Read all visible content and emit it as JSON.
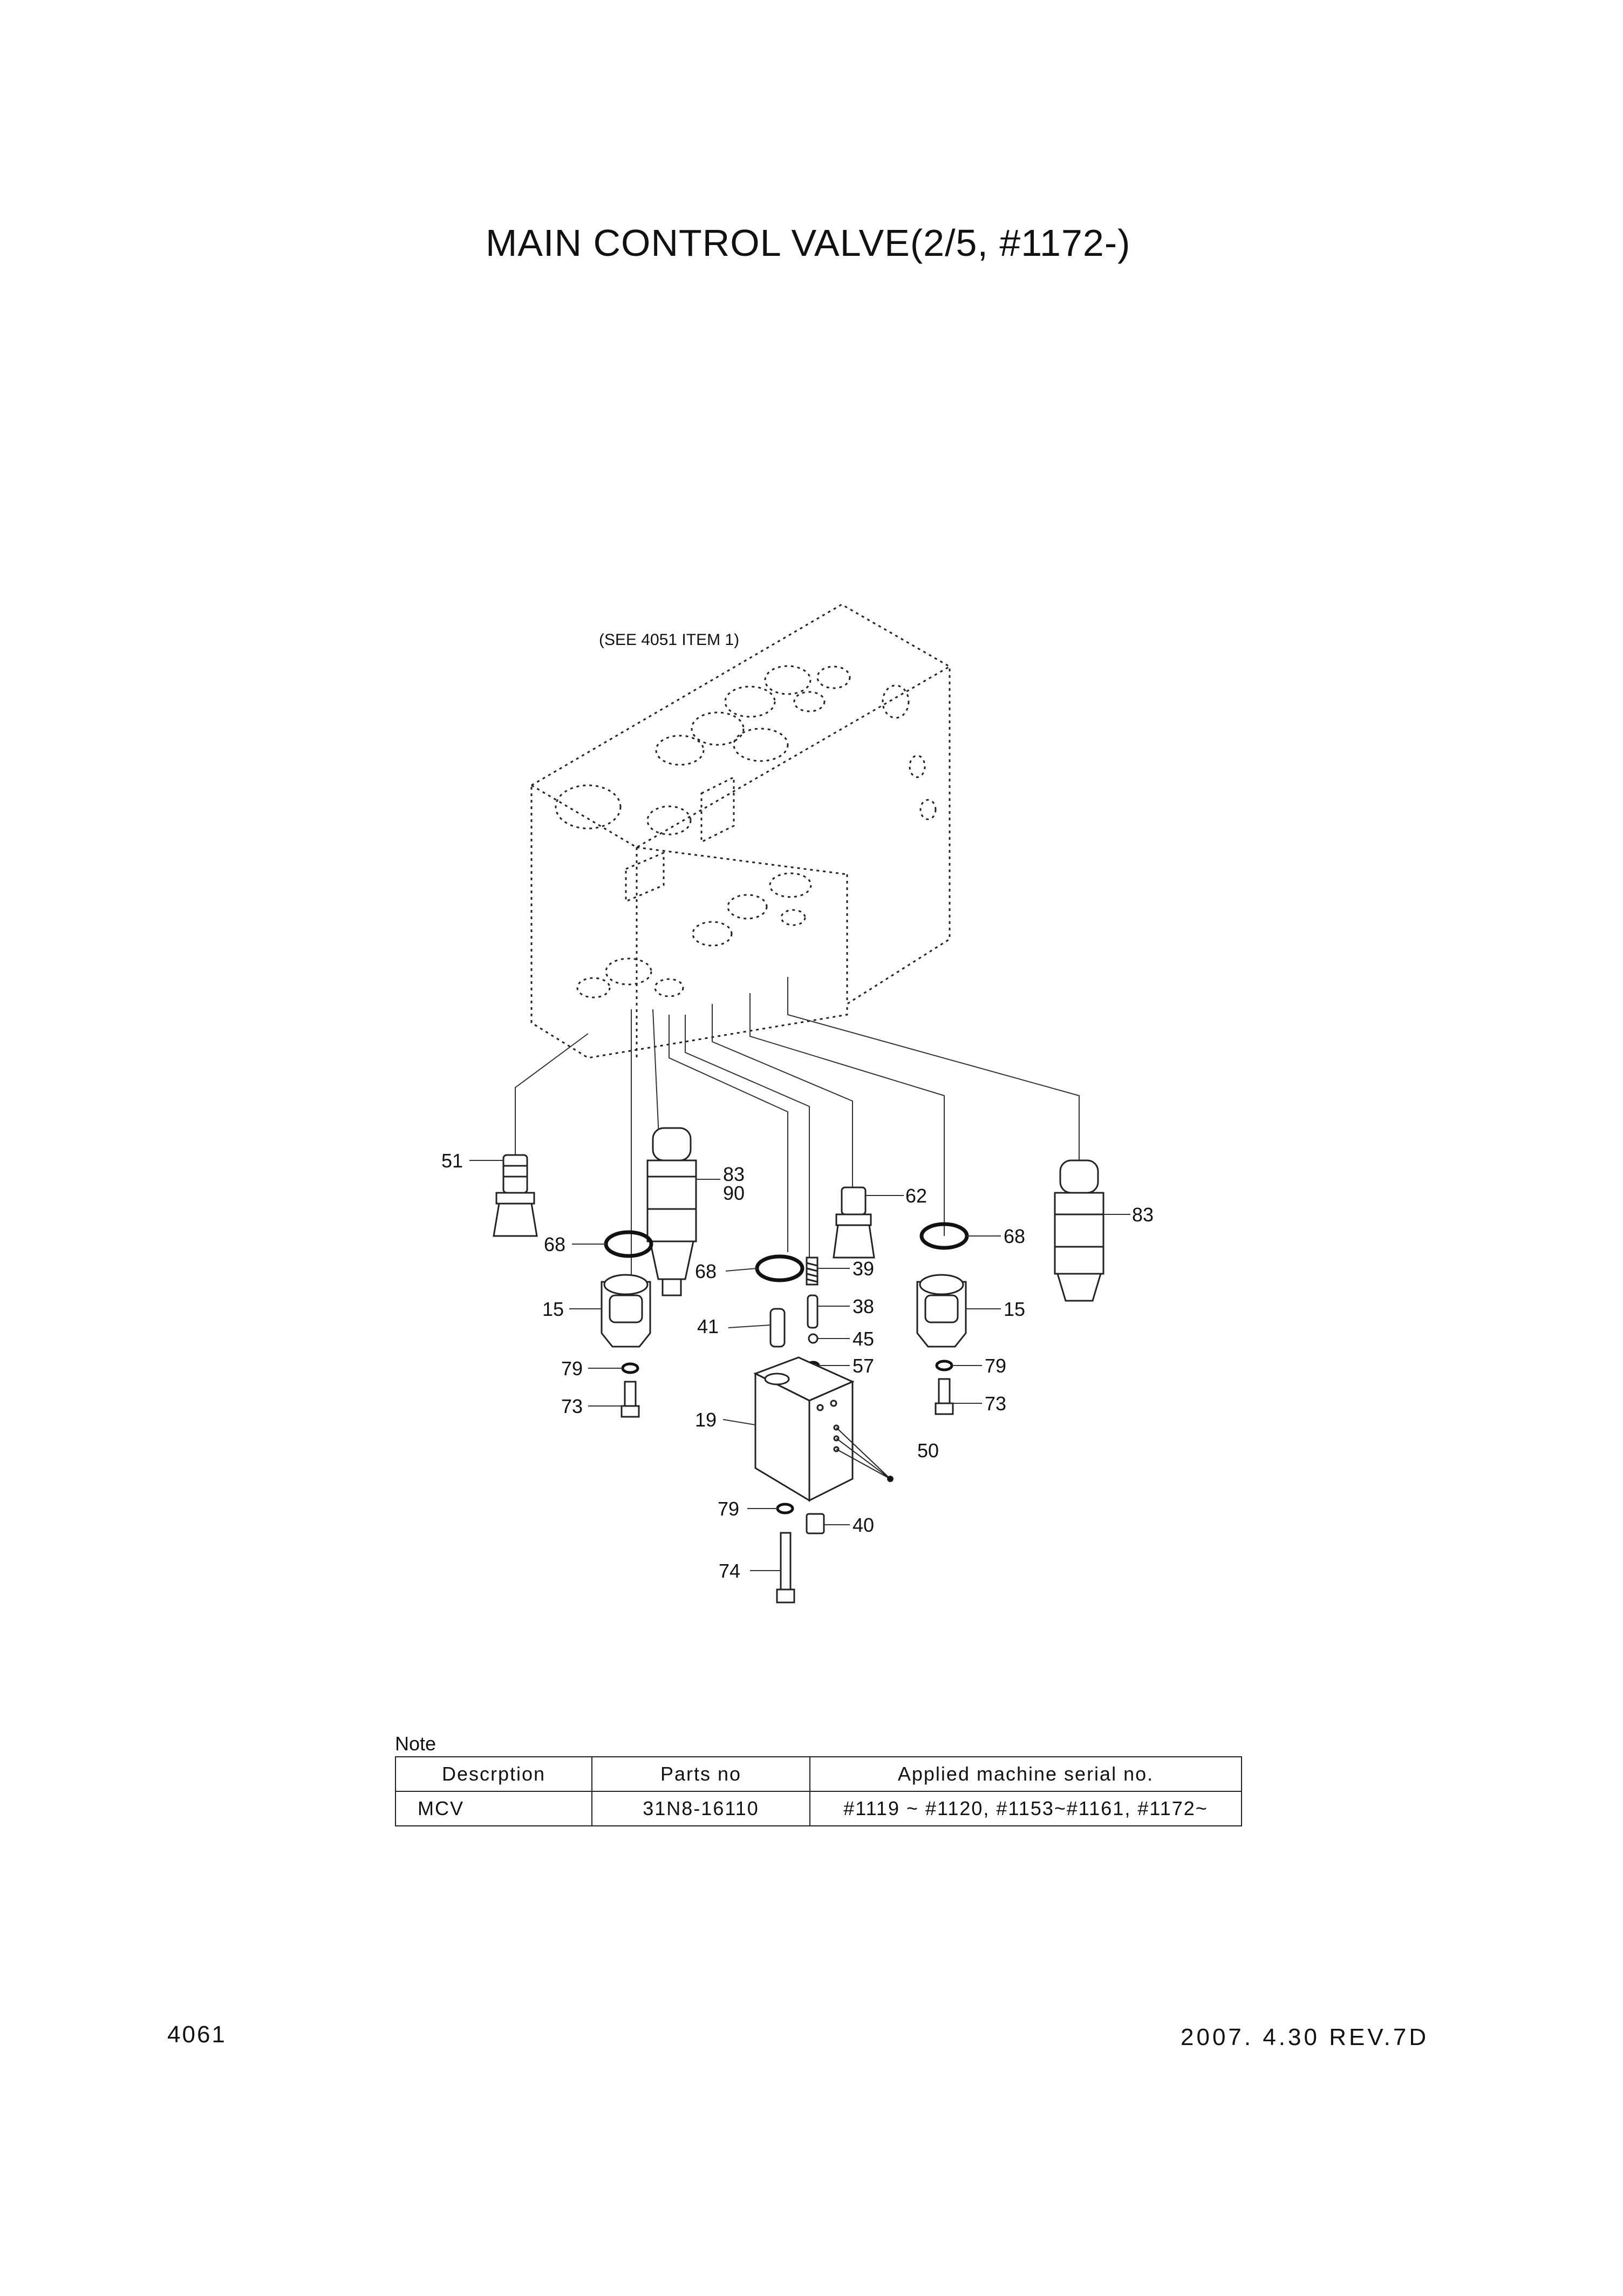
{
  "title": "MAIN CONTROL VALVE(2/5, #1172-)",
  "see_reference": "(SEE 4051 ITEM 1)",
  "callouts": {
    "c51": "51",
    "c83a": "83",
    "c90": "90",
    "c62": "62",
    "c83b": "83",
    "c68a": "68",
    "c68b": "68",
    "c68c": "68",
    "c39": "39",
    "c38": "38",
    "c15a": "15",
    "c15b": "15",
    "c41": "41",
    "c45": "45",
    "c57": "57",
    "c79a": "79",
    "c79b": "79",
    "c79c": "79",
    "c73a": "73",
    "c73b": "73",
    "c19": "19",
    "c50": "50",
    "c40": "40",
    "c74": "74"
  },
  "note": {
    "label": "Note",
    "headers": [
      "Descrption",
      "Parts no",
      "Applied machine serial no."
    ],
    "rows": [
      [
        "MCV",
        "31N8-16110",
        "#1119 ~ #1120, #1153~#1161, #1172~"
      ]
    ]
  },
  "footer": {
    "page_number": "4061",
    "date_revision": "2007. 4.30  REV.7D"
  }
}
